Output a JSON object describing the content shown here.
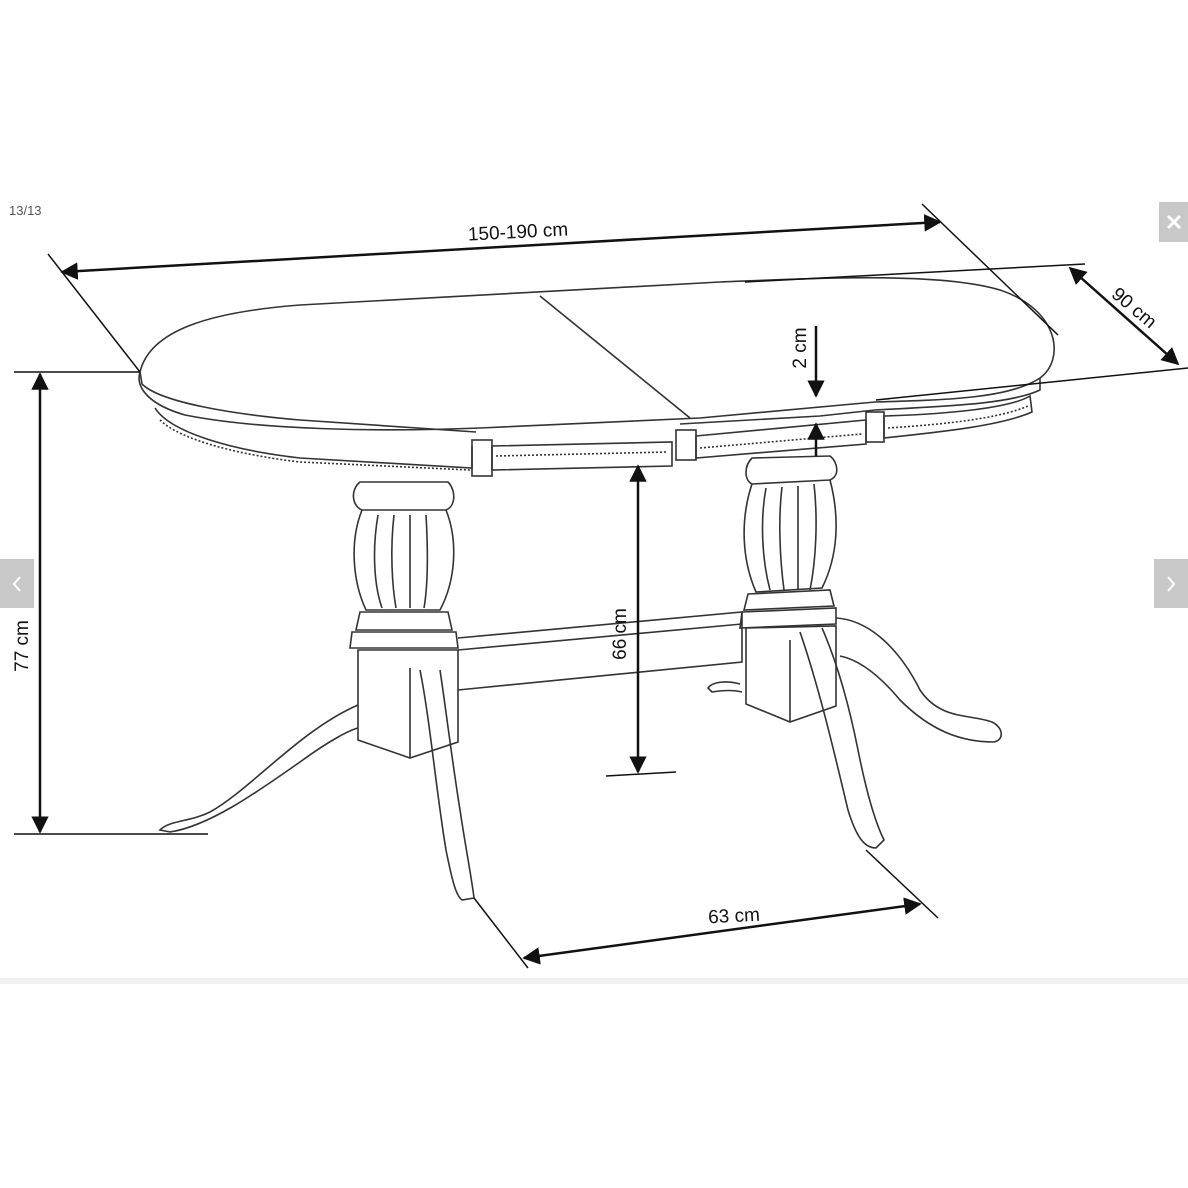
{
  "viewer": {
    "counter": "13/13",
    "close_icon": "close-icon",
    "prev_icon": "chevron-left-icon",
    "next_icon": "chevron-right-icon"
  },
  "colors": {
    "button_bg": "#c8c8c8",
    "icon": "#ffffff",
    "line": "#111111"
  },
  "dimensions": {
    "length": "150-190 cm",
    "width": "90 cm",
    "top_thickness": "2 cm",
    "total_height": "77 cm",
    "clearance_height": "66 cm",
    "leg_span": "63 cm"
  }
}
